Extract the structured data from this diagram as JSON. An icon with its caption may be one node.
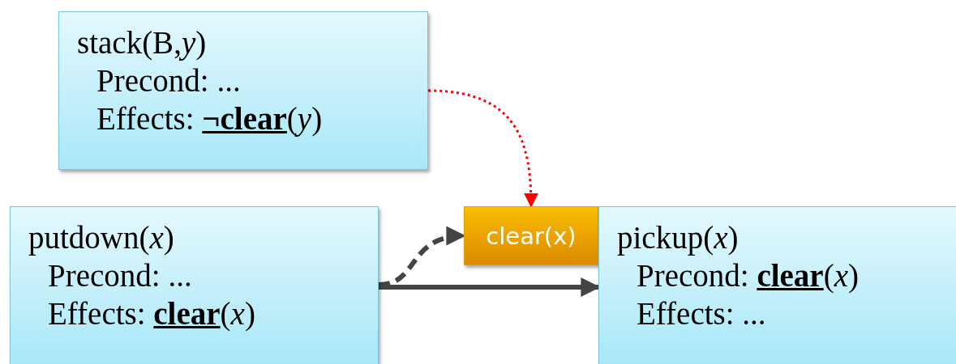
{
  "diagram": {
    "nodes": [
      {
        "text": [
          "stack(B,*y*)",
          "Precond: ...",
          "Effects: **¬clear**(*y*)"
        ]
      },
      {
        "text": [
          "putdown(*x*)",
          "Precond: ...",
          "Effects: **clear**(*x*)"
        ]
      },
      {
        "text": [
          "clear(x)"
        ]
      },
      {
        "text": [
          "pickup(*x*)",
          "Precond: **clear**(*x*)",
          "Effects: ..."
        ]
      }
    ],
    "edges": [
      {
        "from": 0,
        "to": 2,
        "arrow": "to",
        "style": "dashed",
        "color": "#ff0000"
      },
      {
        "from": 1,
        "to": 2,
        "arrow": "to",
        "style": "dashed"
      },
      {
        "from": 1,
        "to": 3,
        "arrow": "to"
      }
    ]
  }
}
